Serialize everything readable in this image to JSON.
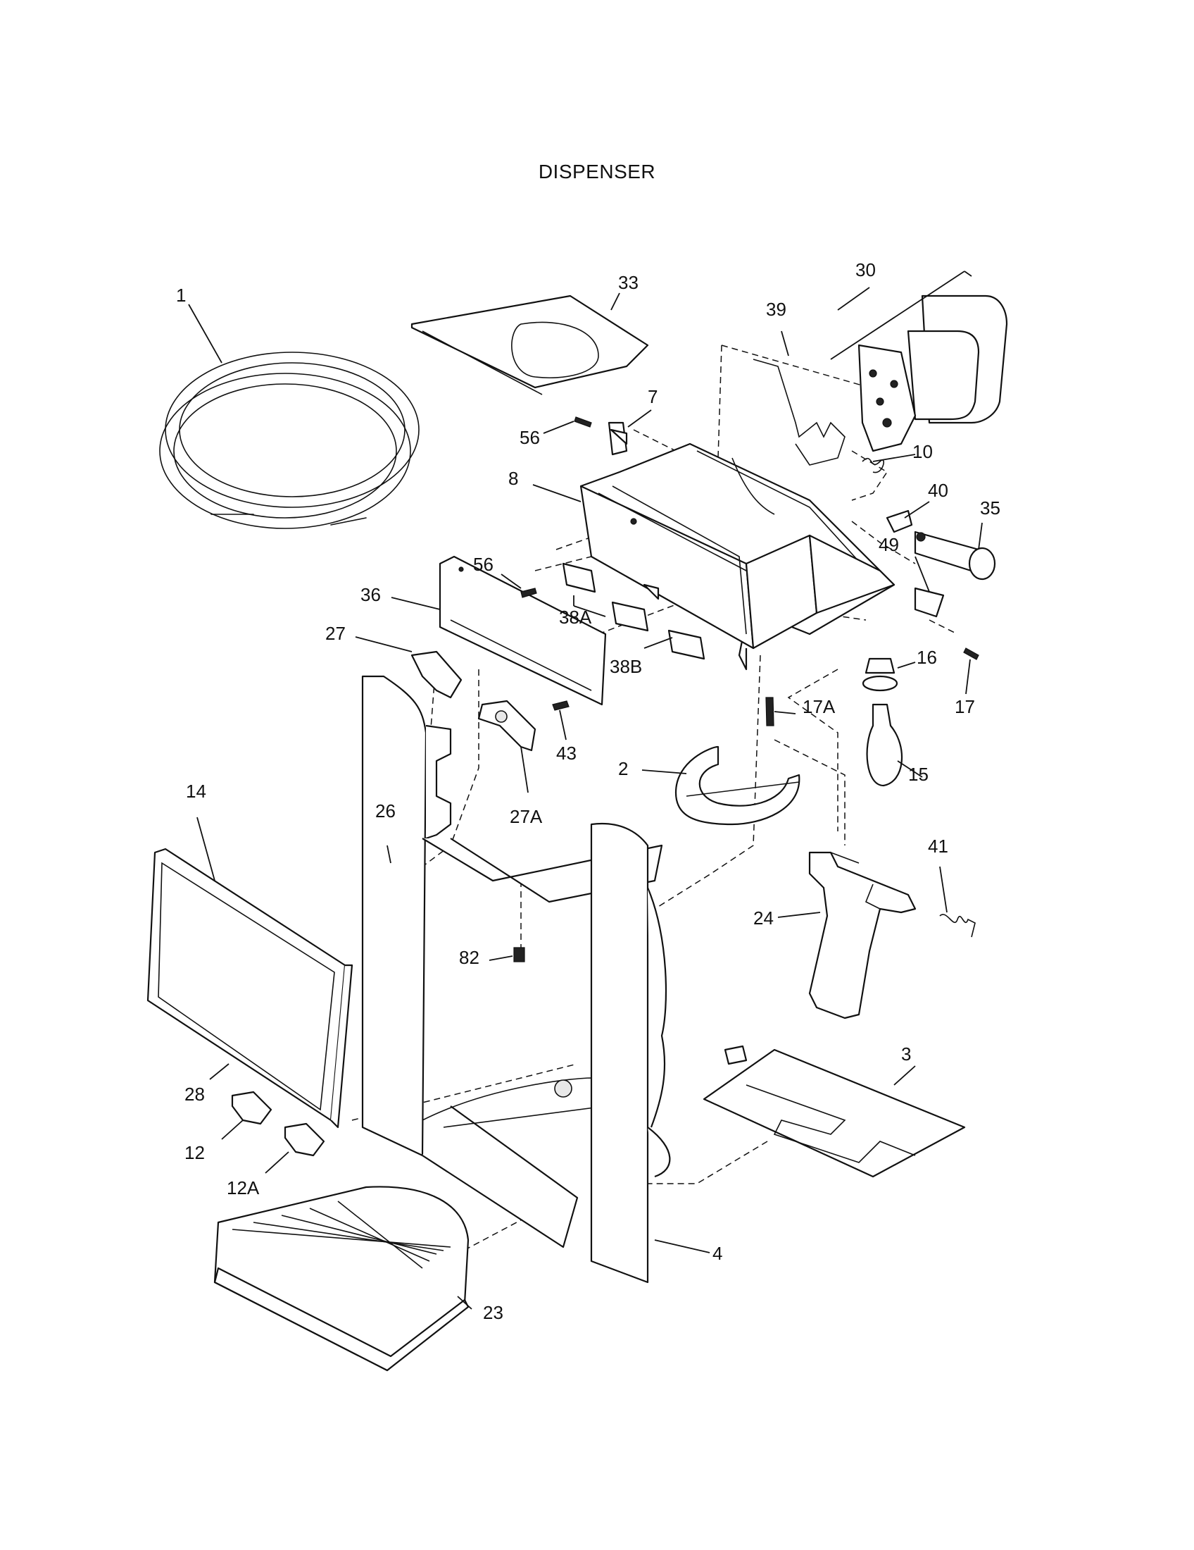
{
  "diagram": {
    "title": "DISPENSER",
    "part_labels": {
      "p1": "1",
      "p33": "33",
      "p39": "39",
      "p30": "30",
      "p7": "7",
      "p56a": "56",
      "p10": "10",
      "p8": "8",
      "p40": "40",
      "p35": "35",
      "p56b": "56",
      "p49": "49",
      "p36": "36",
      "p38A": "38A",
      "p27": "27",
      "p38B": "38B",
      "p16": "16",
      "p17A": "17A",
      "p17": "17",
      "p43": "43",
      "p2": "2",
      "p15": "15",
      "p14": "14",
      "p27A": "27A",
      "p26": "26",
      "p41": "41",
      "p24": "24",
      "p82": "82",
      "p3": "3",
      "p28": "28",
      "p12": "12",
      "p12A": "12A",
      "p4": "4",
      "p23": "23"
    }
  }
}
